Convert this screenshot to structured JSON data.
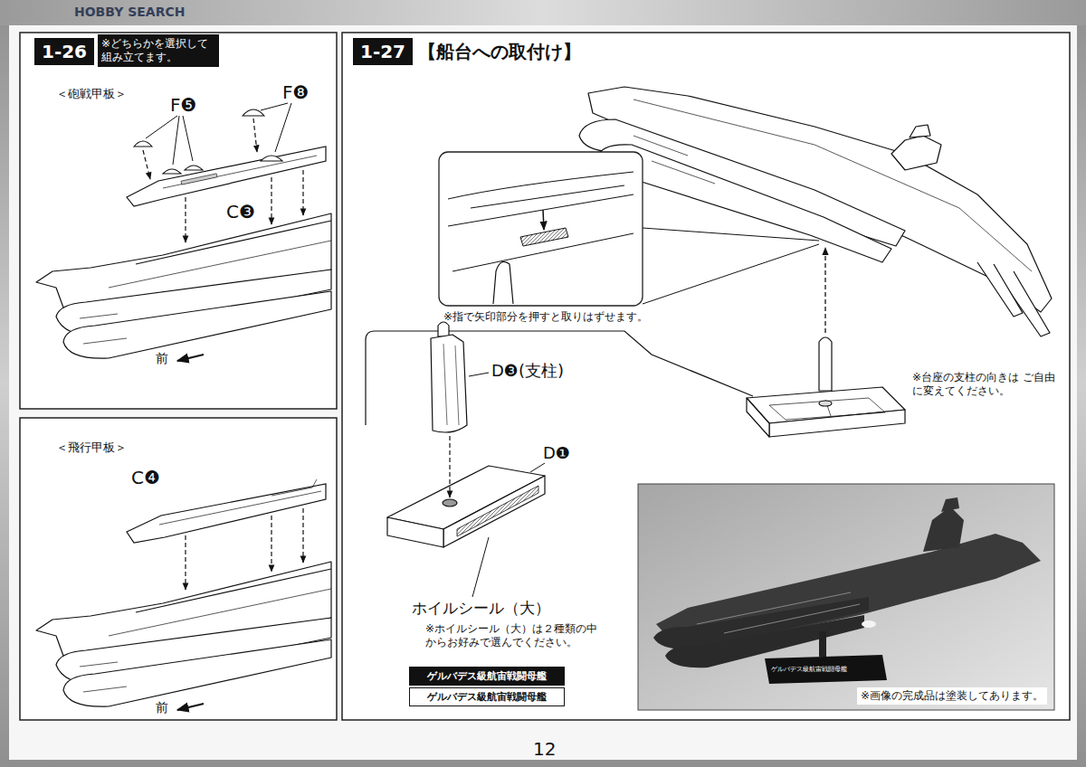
{
  "diagram": {
    "nodes": [
      {
        "text": [
          "1-26"
        ]
      },
      {
        "text": [
          "※どちらかを選択して 組み立てます。"
        ]
      },
      {
        "text": [
          "1-27"
        ]
      },
      {
        "text": [
          "ゲルバデス級航宙戦闘母艦"
        ]
      },
      {
        "text": [
          "ゲルバデス級航宙戦闘母艦"
        ]
      },
      {
        "text": [
          "※画像の完成品は塗装してあります。"
        ]
      }
    ],
    "labels": [
      "HOBBY SEARCH",
      "＜砲戦甲板＞",
      "F❺",
      "F❽",
      "C❸",
      "前",
      "＜飛行甲板＞",
      "C❹",
      "前",
      "【船台への取付け】",
      "※指で矢印部分を押すと取りはずせます。",
      "D❸(支柱)",
      "D❶",
      "ホイルシール（大）",
      "※ホイルシール（大）は２種類の中 からお好みで選んでください。",
      "※台座の支柱の向きは ご自由に変えてください。",
      "ゲルバデス級航宙戦闘母艦",
      "12"
    ]
  }
}
